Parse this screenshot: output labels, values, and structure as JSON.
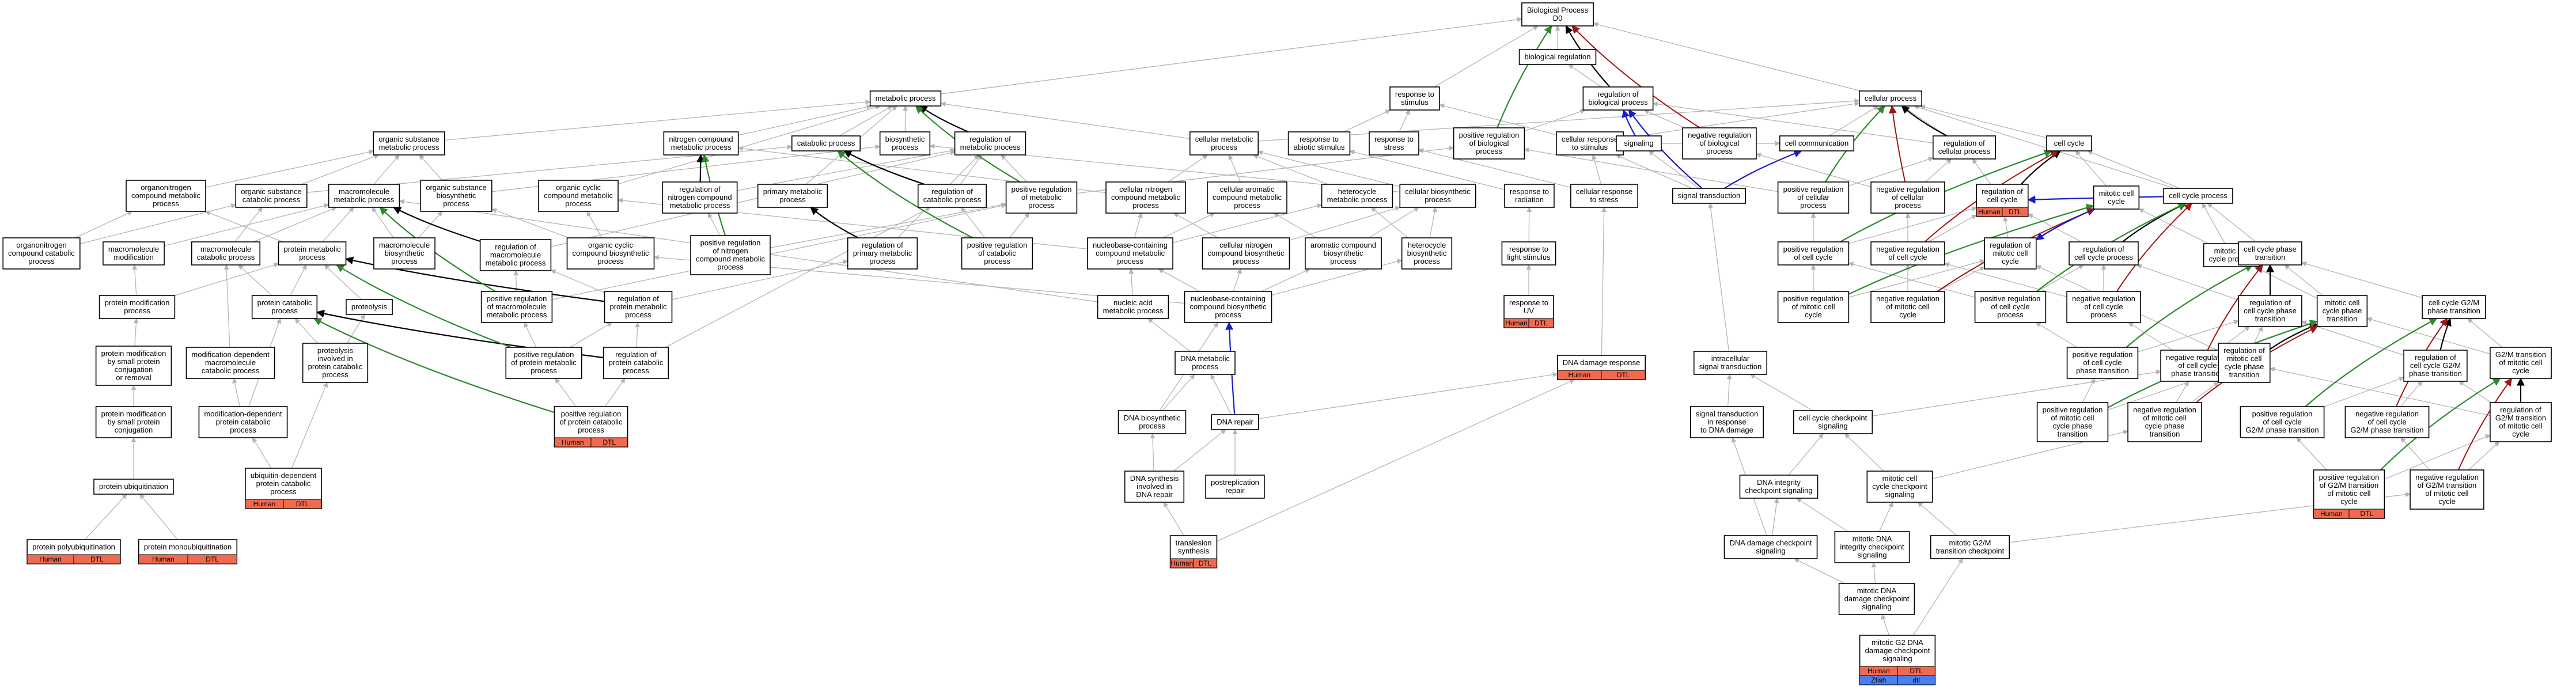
{
  "colors": {
    "node_fill": "#ffffff",
    "node_stroke": "#000000",
    "annotation_human": "#f06a50",
    "annotation_other": "#4a7ff0",
    "edge_is_a": "#b4b4b4",
    "edge_part_of": "#000000",
    "edge_positively_regulates": "#2a8a2a",
    "edge_negatively_regulates": "#a01515",
    "edge_regulates": "#1a1ad0"
  },
  "nodes": {
    "bp": {
      "lines": [
        "Biological Process",
        "D0"
      ]
    },
    "bioreg": {
      "lines": [
        "biological regulation"
      ]
    },
    "metab": {
      "lines": [
        "metabolic process"
      ]
    },
    "stimulus": {
      "lines": [
        "response to",
        "stimulus"
      ]
    },
    "regbio": {
      "lines": [
        "regulation of",
        "biological process"
      ]
    },
    "cellproc": {
      "lines": [
        "cellular process"
      ]
    },
    "orgsubst": {
      "lines": [
        "organic substance",
        "metabolic process"
      ]
    },
    "nitrogen": {
      "lines": [
        "nitrogen compound",
        "metabolic process"
      ]
    },
    "catab": {
      "lines": [
        "catabolic process"
      ]
    },
    "biosyn": {
      "lines": [
        "biosynthetic",
        "process"
      ]
    },
    "regmetab": {
      "lines": [
        "regulation of",
        "metabolic process"
      ]
    },
    "cellmetab": {
      "lines": [
        "cellular metabolic",
        "process"
      ]
    },
    "abiotic": {
      "lines": [
        "response to",
        "abiotic stimulus"
      ]
    },
    "stress": {
      "lines": [
        "response to",
        "stress"
      ]
    },
    "posregbio": {
      "lines": [
        "positive regulation",
        "of biological",
        "process"
      ]
    },
    "cellresp": {
      "lines": [
        "cellular response",
        "to stimulus"
      ]
    },
    "signaling": {
      "lines": [
        "signaling"
      ]
    },
    "negregbio": {
      "lines": [
        "negative regulation",
        "of biological",
        "process"
      ]
    },
    "cellcomm": {
      "lines": [
        "cell communication"
      ]
    },
    "regcellproc": {
      "lines": [
        "regulation of",
        "cellular process"
      ]
    },
    "cellcycle": {
      "lines": [
        "cell cycle"
      ]
    },
    "orgnitro": {
      "lines": [
        "organonitrogen",
        "compound metabolic",
        "process"
      ]
    },
    "orgcatab": {
      "lines": [
        "organic substance",
        "catabolic process"
      ]
    },
    "macromol": {
      "lines": [
        "macromolecule",
        "metabolic process"
      ]
    },
    "orgbiosyn": {
      "lines": [
        "organic substance",
        "biosynthetic",
        "process"
      ]
    },
    "orgcyclic": {
      "lines": [
        "organic cyclic",
        "compound metabolic",
        "process"
      ]
    },
    "regnitro": {
      "lines": [
        "regulation of",
        "nitrogen compound",
        "metabolic process"
      ]
    },
    "primary": {
      "lines": [
        "primary metabolic",
        "process"
      ]
    },
    "regcatab": {
      "lines": [
        "regulation of",
        "catabolic process"
      ]
    },
    "posregmetab": {
      "lines": [
        "positive regulation",
        "of metabolic",
        "process"
      ]
    },
    "cellnitro": {
      "lines": [
        "cellular nitrogen",
        "compound metabolic",
        "process"
      ]
    },
    "cellarom": {
      "lines": [
        "cellular aromatic",
        "compound metabolic",
        "process"
      ]
    },
    "hetero": {
      "lines": [
        "heterocycle",
        "metabolic process"
      ]
    },
    "cellbiosyn": {
      "lines": [
        "cellular biosynthetic",
        "process"
      ]
    },
    "radiation": {
      "lines": [
        "response to",
        "radiation"
      ]
    },
    "cellstress": {
      "lines": [
        "cellular response",
        "to stress"
      ]
    },
    "sigtrans": {
      "lines": [
        "signal transduction"
      ]
    },
    "posregcell": {
      "lines": [
        "positive regulation",
        "of cellular",
        "process"
      ]
    },
    "negregcell": {
      "lines": [
        "negative regulation",
        "of cellular",
        "process"
      ]
    },
    "regcellcycle": {
      "lines": [
        "regulation of",
        "cell cycle"
      ]
    },
    "mitotic": {
      "lines": [
        "mitotic cell",
        "cycle"
      ]
    },
    "ccprocess": {
      "lines": [
        "cell cycle process"
      ]
    },
    "orgnitrocatab": {
      "lines": [
        "organonitrogen",
        "compound catabolic",
        "process"
      ]
    },
    "macromod": {
      "lines": [
        "macromolecule",
        "modification"
      ]
    },
    "macrocatab": {
      "lines": [
        "macromolecule",
        "catabolic process"
      ]
    },
    "protmetab": {
      "lines": [
        "protein metabolic",
        "process"
      ]
    },
    "macrobiosyn": {
      "lines": [
        "macromolecule",
        "biosynthetic",
        "process"
      ]
    },
    "regmacro": {
      "lines": [
        "regulation of",
        "macromolecule",
        "metabolic process"
      ]
    },
    "orgcycbiosyn": {
      "lines": [
        "organic cyclic",
        "compound biosynthetic",
        "process"
      ]
    },
    "posregnitro": {
      "lines": [
        "positive regulation",
        "of nitrogen",
        "compound metabolic",
        "process"
      ]
    },
    "regprimary": {
      "lines": [
        "regulation of",
        "primary metabolic",
        "process"
      ]
    },
    "posregcatab": {
      "lines": [
        "positive regulation",
        "of catabolic",
        "process"
      ]
    },
    "nucleobase": {
      "lines": [
        "nucleobase-containing",
        "compound metabolic",
        "process"
      ]
    },
    "cellnitrobiosyn": {
      "lines": [
        "cellular nitrogen",
        "compound biosynthetic",
        "process"
      ]
    },
    "aromatic": {
      "lines": [
        "aromatic compound",
        "biosynthetic",
        "process"
      ]
    },
    "heterobiosyn": {
      "lines": [
        "heterocycle",
        "biosynthetic",
        "process"
      ]
    },
    "lightstim": {
      "lines": [
        "response to",
        "light stimulus"
      ]
    },
    "posregcellcycle": {
      "lines": [
        "positive regulation",
        "of cell cycle"
      ]
    },
    "negregcellcycle": {
      "lines": [
        "negative regulation",
        "of cell cycle"
      ]
    },
    "regmitotic": {
      "lines": [
        "regulation of",
        "mitotic cell",
        "cycle"
      ]
    },
    "regccprocess": {
      "lines": [
        "regulation of",
        "cell cycle process"
      ]
    },
    "mitoticproc": {
      "lines": [
        "mitotic cell",
        "cycle process"
      ]
    },
    "phasetrans": {
      "lines": [
        "cell cycle phase",
        "transition"
      ]
    },
    "protmod": {
      "lines": [
        "protein modification",
        "process"
      ]
    },
    "protcatab": {
      "lines": [
        "protein catabolic",
        "process"
      ]
    },
    "proteolysis": {
      "lines": [
        "proteolysis"
      ]
    },
    "posregmacro": {
      "lines": [
        "positive regulation",
        "of macromolecule",
        "metabolic process"
      ]
    },
    "regprotmetab": {
      "lines": [
        "regulation of",
        "protein metabolic",
        "process"
      ]
    },
    "nucleicacid": {
      "lines": [
        "nucleic acid",
        "metabolic process"
      ]
    },
    "nucleobasebio": {
      "lines": [
        "nucleobase-containing",
        "compound biosynthetic",
        "process"
      ]
    },
    "uv": {
      "lines": [
        "response to",
        "UV"
      ]
    },
    "posregmitotic": {
      "lines": [
        "positive regulation",
        "of mitotic cell",
        "cycle"
      ]
    },
    "negregmitotic": {
      "lines": [
        "negative regulation",
        "of mitotic cell",
        "cycle"
      ]
    },
    "posregccproc": {
      "lines": [
        "positive regulation",
        "of cell cycle",
        "process"
      ]
    },
    "negregccproc": {
      "lines": [
        "negative regulation",
        "of cell cycle",
        "process"
      ]
    },
    "regphasetrans": {
      "lines": [
        "regulation of",
        "cell cycle phase",
        "transition"
      ]
    },
    "mitoticphase": {
      "lines": [
        "mitotic cell",
        "cycle phase",
        "transition"
      ]
    },
    "g2m": {
      "lines": [
        "cell cycle G2/M",
        "phase transition"
      ]
    },
    "protmodsmall": {
      "lines": [
        "protein modification",
        "by small protein",
        "conjugation",
        "or removal"
      ]
    },
    "moddepmacro": {
      "lines": [
        "modification-dependent",
        "macromolecule",
        "catabolic process"
      ]
    },
    "proteolysiscat": {
      "lines": [
        "proteolysis",
        "involved in",
        "protein catabolic",
        "process"
      ]
    },
    "posregprotmetab": {
      "lines": [
        "positive regulation",
        "of protein metabolic",
        "process"
      ]
    },
    "regprotcatab": {
      "lines": [
        "regulation of",
        "protein catabolic",
        "process"
      ]
    },
    "dnametab": {
      "lines": [
        "DNA metabolic",
        "process"
      ]
    },
    "dnadamage": {
      "lines": [
        "DNA damage response"
      ]
    },
    "intracell": {
      "lines": [
        "intracellular",
        "signal transduction"
      ]
    },
    "posregphase": {
      "lines": [
        "positive regulation",
        "of cell cycle",
        "phase transition"
      ]
    },
    "negregphase": {
      "lines": [
        "negative regulation",
        "of cell cycle",
        "phase transition"
      ]
    },
    "regmitphase": {
      "lines": [
        "regulation of",
        "mitotic cell",
        "cycle phase",
        "transition"
      ]
    },
    "regg2m": {
      "lines": [
        "regulation of",
        "cell cycle G2/M",
        "phase transition"
      ]
    },
    "mitg2m": {
      "lines": [
        "G2/M transition",
        "of mitotic cell",
        "cycle"
      ]
    },
    "moddepprot": {
      "lines": [
        "modification-dependent",
        "protein catabolic",
        "process"
      ]
    },
    "posregprotcatab": {
      "lines": [
        "positive regulation",
        "of protein catabolic",
        "process"
      ]
    },
    "dnabiosyn": {
      "lines": [
        "DNA biosynthetic",
        "process"
      ]
    },
    "dnarepair": {
      "lines": [
        "DNA repair"
      ]
    },
    "sigdnadamage": {
      "lines": [
        "signal transduction",
        "in response",
        "to DNA damage"
      ]
    },
    "checkpoint": {
      "lines": [
        "cell cycle checkpoint",
        "signaling"
      ]
    },
    "posregmitphase": {
      "lines": [
        "positive regulation",
        "of mitotic cell",
        "cycle phase",
        "transition"
      ]
    },
    "negregmitphase": {
      "lines": [
        "negative regulation",
        "of mitotic cell",
        "cycle phase",
        "transition"
      ]
    },
    "posregg2m": {
      "lines": [
        "positive regulation",
        "of cell cycle",
        "G2/M phase transition"
      ]
    },
    "negregg2m": {
      "lines": [
        "negative regulation",
        "of cell cycle",
        "G2/M phase transition"
      ]
    },
    "regmitg2m": {
      "lines": [
        "regulation of",
        "G2/M transition",
        "of mitotic cell",
        "cycle"
      ]
    },
    "protconjsmall": {
      "lines": [
        "protein modification",
        "by small protein",
        "conjugation"
      ]
    },
    "ubiquitin": {
      "lines": [
        "ubiquitin-dependent",
        "protein catabolic",
        "process"
      ]
    },
    "dnasynrepair": {
      "lines": [
        "DNA synthesis",
        "involved in",
        "DNA repair"
      ]
    },
    "postrepl": {
      "lines": [
        "postreplication",
        "repair"
      ]
    },
    "dnaintegrity": {
      "lines": [
        "DNA integrity",
        "checkpoint signaling"
      ]
    },
    "mitcheckpoint": {
      "lines": [
        "mitotic cell",
        "cycle checkpoint",
        "signaling"
      ]
    },
    "posregmitg2m": {
      "lines": [
        "positive regulation",
        "of G2/M transition",
        "of mitotic cell",
        "cycle"
      ]
    },
    "negregmitg2m": {
      "lines": [
        "negative regulation",
        "of G2/M transition",
        "of mitotic cell",
        "cycle"
      ]
    },
    "ubiquitination": {
      "lines": [
        "protein ubiquitination"
      ]
    },
    "polyubiq": {
      "lines": [
        "protein polyubiquitination"
      ]
    },
    "monoubiq": {
      "lines": [
        "protein monoubiquitination"
      ]
    },
    "translesion": {
      "lines": [
        "translesion",
        "synthesis"
      ]
    },
    "dnacheckpoint": {
      "lines": [
        "DNA damage checkpoint",
        "signaling"
      ]
    },
    "mitdnaintegrity": {
      "lines": [
        "mitotic DNA",
        "integrity checkpoint",
        "signaling"
      ]
    },
    "mitg2mcheckpoint": {
      "lines": [
        "mitotic G2/M",
        "transition checkpoint"
      ]
    },
    "mitdnadamage": {
      "lines": [
        "mitotic DNA",
        "damage checkpoint",
        "signaling"
      ]
    },
    "mitg2dna": {
      "lines": [
        "mitotic G2 DNA",
        "damage checkpoint",
        "signaling"
      ]
    }
  },
  "annotations": {
    "cells_human": [
      "Human",
      "DTL"
    ],
    "cells_other": [
      "Zfish",
      "dtl"
    ]
  }
}
